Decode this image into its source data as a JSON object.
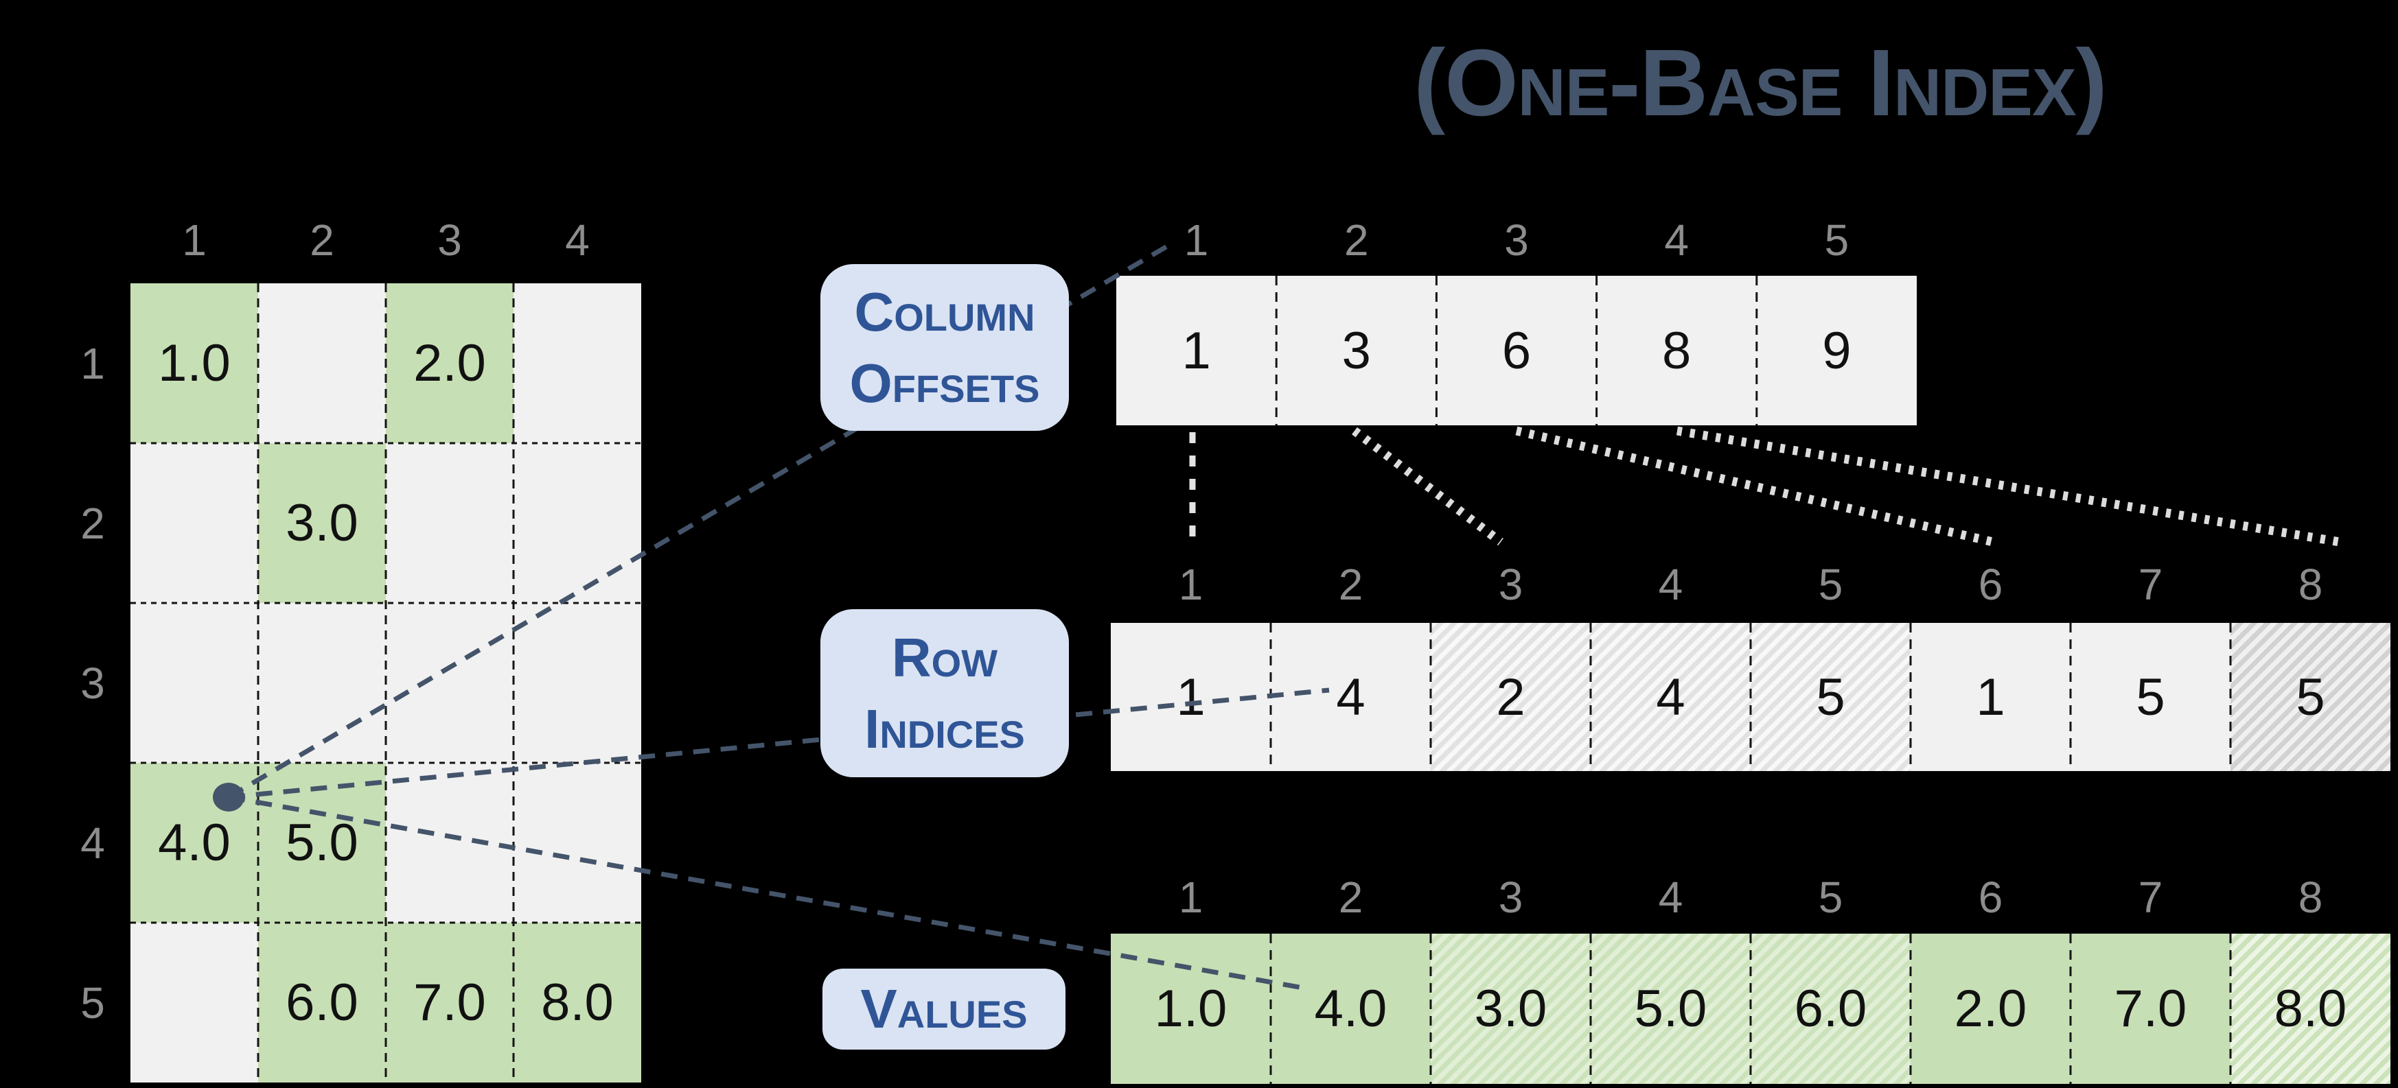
{
  "title": "(One-Base Index)",
  "matrix": {
    "col_headers": [
      "1",
      "2",
      "3",
      "4"
    ],
    "row_headers": [
      "1",
      "2",
      "3",
      "4",
      "5"
    ],
    "rows": [
      [
        {
          "v": "1.0",
          "s": "green"
        },
        {
          "v": "",
          "s": "gray"
        },
        {
          "v": "2.0",
          "s": "green"
        },
        {
          "v": "",
          "s": "gray"
        }
      ],
      [
        {
          "v": "",
          "s": "gray"
        },
        {
          "v": "3.0",
          "s": "green"
        },
        {
          "v": "",
          "s": "gray"
        },
        {
          "v": "",
          "s": "gray"
        }
      ],
      [
        {
          "v": "",
          "s": "gray"
        },
        {
          "v": "",
          "s": "gray"
        },
        {
          "v": "",
          "s": "gray"
        },
        {
          "v": "",
          "s": "gray"
        }
      ],
      [
        {
          "v": "4.0",
          "s": "green"
        },
        {
          "v": "5.0",
          "s": "green"
        },
        {
          "v": "",
          "s": "gray"
        },
        {
          "v": "",
          "s": "gray"
        }
      ],
      [
        {
          "v": "",
          "s": "gray"
        },
        {
          "v": "6.0",
          "s": "green"
        },
        {
          "v": "7.0",
          "s": "green"
        },
        {
          "v": "8.0",
          "s": "green"
        }
      ]
    ]
  },
  "arrays": {
    "column_offsets": {
      "label": "Column Offsets",
      "headers": [
        "1",
        "2",
        "3",
        "4",
        "5"
      ],
      "cells": [
        {
          "v": "1",
          "s": "gray"
        },
        {
          "v": "3",
          "s": "gray"
        },
        {
          "v": "6",
          "s": "gray"
        },
        {
          "v": "8",
          "s": "gray"
        },
        {
          "v": "9",
          "s": "gray"
        }
      ]
    },
    "row_indices": {
      "label": "Row Indices",
      "headers": [
        "1",
        "2",
        "3",
        "4",
        "5",
        "6",
        "7",
        "8"
      ],
      "cells": [
        {
          "v": "1",
          "s": "gray"
        },
        {
          "v": "4",
          "s": "gray"
        },
        {
          "v": "2",
          "s": "grayhatch"
        },
        {
          "v": "4",
          "s": "grayhatch"
        },
        {
          "v": "5",
          "s": "grayhatch"
        },
        {
          "v": "1",
          "s": "gray"
        },
        {
          "v": "5",
          "s": "gray"
        },
        {
          "v": "5",
          "s": "grayhatchdark"
        }
      ]
    },
    "values": {
      "label": "Values",
      "headers": [
        "1",
        "2",
        "3",
        "4",
        "5",
        "6",
        "7",
        "8"
      ],
      "cells": [
        {
          "v": "1.0",
          "s": "green"
        },
        {
          "v": "4.0",
          "s": "green"
        },
        {
          "v": "3.0",
          "s": "greenhatch"
        },
        {
          "v": "5.0",
          "s": "greenhatch"
        },
        {
          "v": "6.0",
          "s": "greenhatch"
        },
        {
          "v": "2.0",
          "s": "green"
        },
        {
          "v": "7.0",
          "s": "green"
        },
        {
          "v": "8.0",
          "s": "greenhatchlight"
        }
      ]
    }
  },
  "colors": {
    "background": "#000000",
    "slate_accent": "#44546a",
    "label_fill": "#dae3f3",
    "label_text": "#2f5597",
    "cell_gray": "#f1f1f1",
    "cell_green": "#c7dfb5",
    "header_text": "#8d8d8d",
    "offset_guide_line": "#e3e3e3"
  }
}
